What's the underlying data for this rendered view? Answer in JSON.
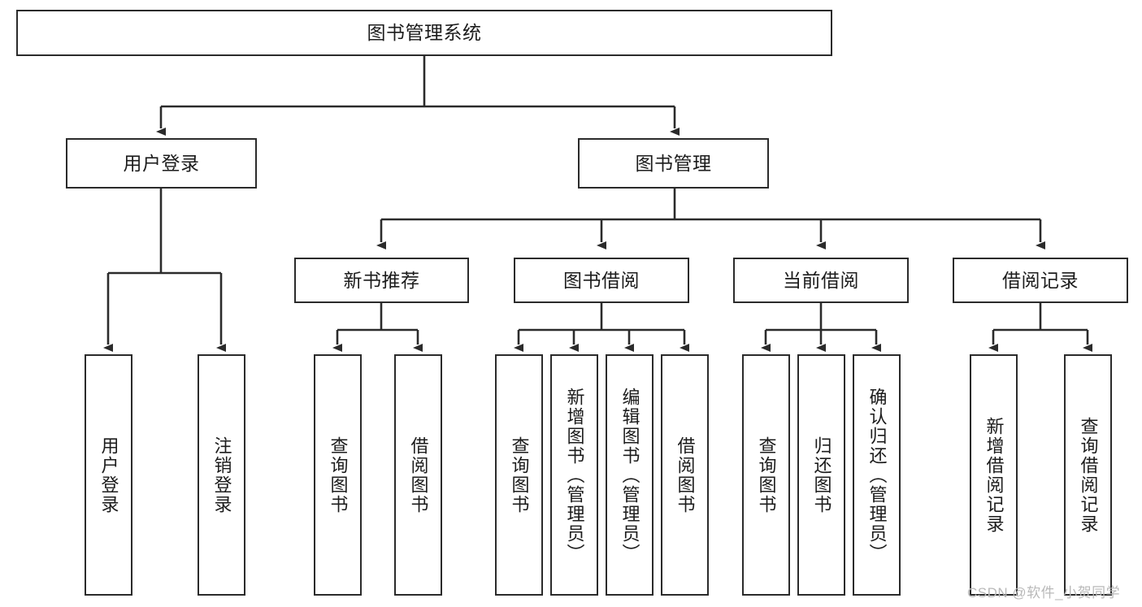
{
  "diagram": {
    "type": "tree",
    "title": "图书管理系统",
    "watermark": "CSDN @软件_小贺同学",
    "root": {
      "id": "root",
      "label": "图书管理系统"
    },
    "level2": [
      {
        "id": "user-login",
        "label": "用户登录"
      },
      {
        "id": "book-management",
        "label": "图书管理"
      }
    ],
    "level3": [
      {
        "id": "new-book-recommend",
        "label": "新书推荐",
        "parent": "book-management"
      },
      {
        "id": "book-borrow",
        "label": "图书借阅",
        "parent": "book-management"
      },
      {
        "id": "current-borrow",
        "label": "当前借阅",
        "parent": "book-management"
      },
      {
        "id": "borrow-record",
        "label": "借阅记录",
        "parent": "book-management"
      }
    ],
    "leaves": {
      "user_login": [
        {
          "id": "leaf-user-login",
          "label": "用户登录"
        },
        {
          "id": "leaf-logout-login",
          "label": "注销登录"
        }
      ],
      "new_book_recommend": [
        {
          "id": "leaf-query-book-1",
          "label": "查询图书"
        },
        {
          "id": "leaf-borrow-book-1",
          "label": "借阅图书"
        }
      ],
      "book_borrow": [
        {
          "id": "leaf-query-book-2",
          "label": "查询图书"
        },
        {
          "id": "leaf-add-book",
          "label": "新增图书（管理员）"
        },
        {
          "id": "leaf-edit-book",
          "label": "编辑图书（管理员）"
        },
        {
          "id": "leaf-borrow-book-2",
          "label": "借阅图书"
        }
      ],
      "current_borrow": [
        {
          "id": "leaf-query-book-3",
          "label": "查询图书"
        },
        {
          "id": "leaf-return-book",
          "label": "归还图书"
        },
        {
          "id": "leaf-confirm-return",
          "label": "确认归还（管理员）"
        }
      ],
      "borrow_record": [
        {
          "id": "leaf-add-record",
          "label": "新增借阅记录"
        },
        {
          "id": "leaf-query-record",
          "label": "查询借阅记录"
        }
      ]
    },
    "colors": {
      "stroke": "#2b2b2b",
      "fill": "#ffffff",
      "text": "#1c1c1c",
      "watermark": "#b9b9b9"
    }
  }
}
